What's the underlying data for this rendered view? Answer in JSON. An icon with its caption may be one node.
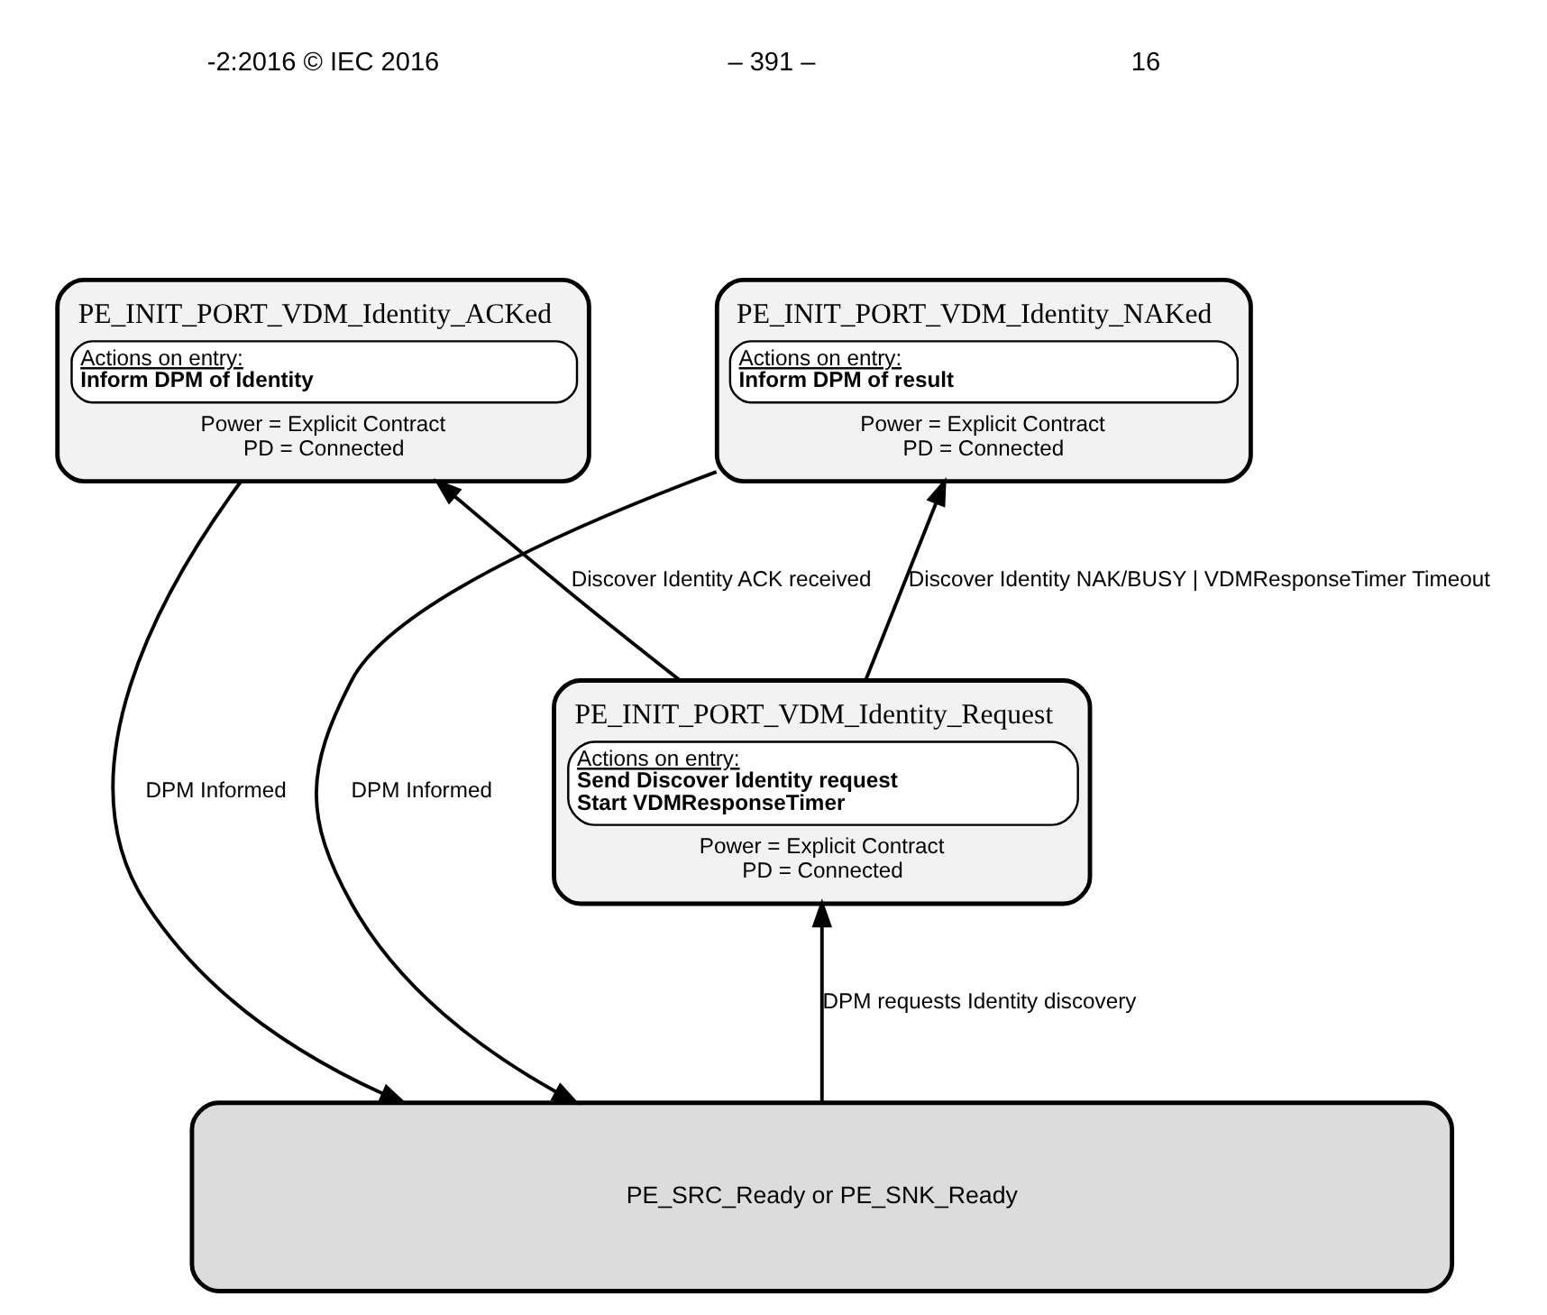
{
  "diagram": {
    "nodes": [
      {
        "text": [
          "PE_INIT_PORT_VDM_Identity_ACKed",
          "Actions on entry:",
          "Inform DPM of Identity",
          "Power = Explicit Contract",
          "PD = Connected"
        ]
      },
      {
        "text": [
          "PE_INIT_PORT_VDM_Identity_NAKed",
          "Actions on entry:",
          "Inform DPM of result",
          "Power = Explicit Contract",
          "PD = Connected"
        ]
      },
      {
        "text": [
          "PE_INIT_PORT_VDM_Identity_Request",
          "Actions on entry:",
          "Send Discover Identity request",
          "Start VDMResponseTimer",
          "Power = Explicit Contract",
          "PD = Connected"
        ]
      },
      {
        "text": [
          "PE_SRC_Ready or PE_SNK_Ready"
        ]
      }
    ],
    "edges": [
      {
        "from": 0,
        "to": 3,
        "arrow": "to",
        "label": "DPM Informed"
      },
      {
        "from": 1,
        "to": 3,
        "arrow": "to",
        "label": "DPM Informed"
      },
      {
        "from": 2,
        "to": 0,
        "arrow": "to",
        "label": "Discover Identity ACK received"
      },
      {
        "from": 2,
        "to": 1,
        "arrow": "to",
        "label": "Discover Identity NAK/BUSY | VDMResponseTimer Timeout"
      },
      {
        "from": 3,
        "to": 2,
        "arrow": "to",
        "label": "DPM requests Identity discovery"
      }
    ],
    "labels": [
      "-2:2016 © IEC 2016",
      "– 391 –",
      "16"
    ]
  }
}
